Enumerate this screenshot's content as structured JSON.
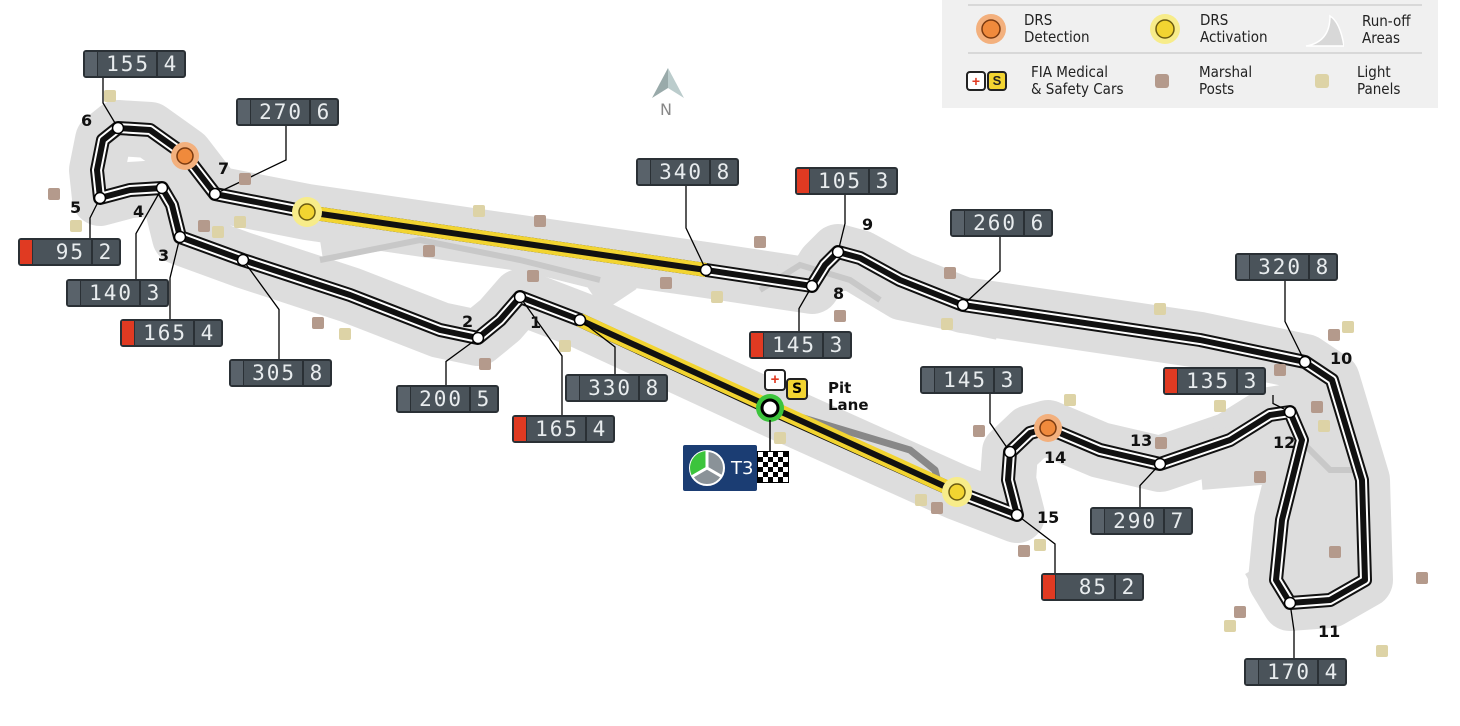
{
  "legend": {
    "drs_detection": "DRS\nDetection",
    "drs_activation": "DRS\nActivation",
    "runoff": "Run-off\nAreas",
    "medical": "FIA Medical\n& Safety Cars",
    "marshal": "Marshal\nPosts",
    "light": "Light\nPanels",
    "medical_plus": "+",
    "medical_s": "S"
  },
  "north_label": "N",
  "pit_lane_label": "Pit\nLane",
  "timing_logo_label": "T3",
  "colors": {
    "track": "#111111",
    "runoff": "#dddddd",
    "drs_zone": "#f2d431",
    "drs_detection": "#f08a3c",
    "start": "#3cc43c",
    "marshal": "#b49a8c",
    "light": "#ddd3a6",
    "braking": "#e03a22"
  },
  "turns": [
    "1",
    "2",
    "3",
    "4",
    "5",
    "6",
    "7",
    "8",
    "9",
    "10",
    "11",
    "12",
    "13",
    "14",
    "15"
  ],
  "speed_boxes": [
    {
      "speed": "155",
      "gear": "4",
      "heavy_braking": false
    },
    {
      "speed": "270",
      "gear": "6",
      "heavy_braking": false
    },
    {
      "speed": "95",
      "gear": "2",
      "heavy_braking": true
    },
    {
      "speed": "140",
      "gear": "3",
      "heavy_braking": false
    },
    {
      "speed": "165",
      "gear": "4",
      "heavy_braking": true
    },
    {
      "speed": "305",
      "gear": "8",
      "heavy_braking": false
    },
    {
      "speed": "200",
      "gear": "5",
      "heavy_braking": false
    },
    {
      "speed": "165",
      "gear": "4",
      "heavy_braking": true
    },
    {
      "speed": "330",
      "gear": "8",
      "heavy_braking": false
    },
    {
      "speed": "340",
      "gear": "8",
      "heavy_braking": false
    },
    {
      "speed": "105",
      "gear": "3",
      "heavy_braking": true
    },
    {
      "speed": "260",
      "gear": "6",
      "heavy_braking": false
    },
    {
      "speed": "145",
      "gear": "3",
      "heavy_braking": true
    },
    {
      "speed": "320",
      "gear": "8",
      "heavy_braking": false
    },
    {
      "speed": "145",
      "gear": "3",
      "heavy_braking": false
    },
    {
      "speed": "135",
      "gear": "3",
      "heavy_braking": true
    },
    {
      "speed": "290",
      "gear": "7",
      "heavy_braking": false
    },
    {
      "speed": "85",
      "gear": "2",
      "heavy_braking": true
    },
    {
      "speed": "170",
      "gear": "4",
      "heavy_braking": false
    }
  ]
}
